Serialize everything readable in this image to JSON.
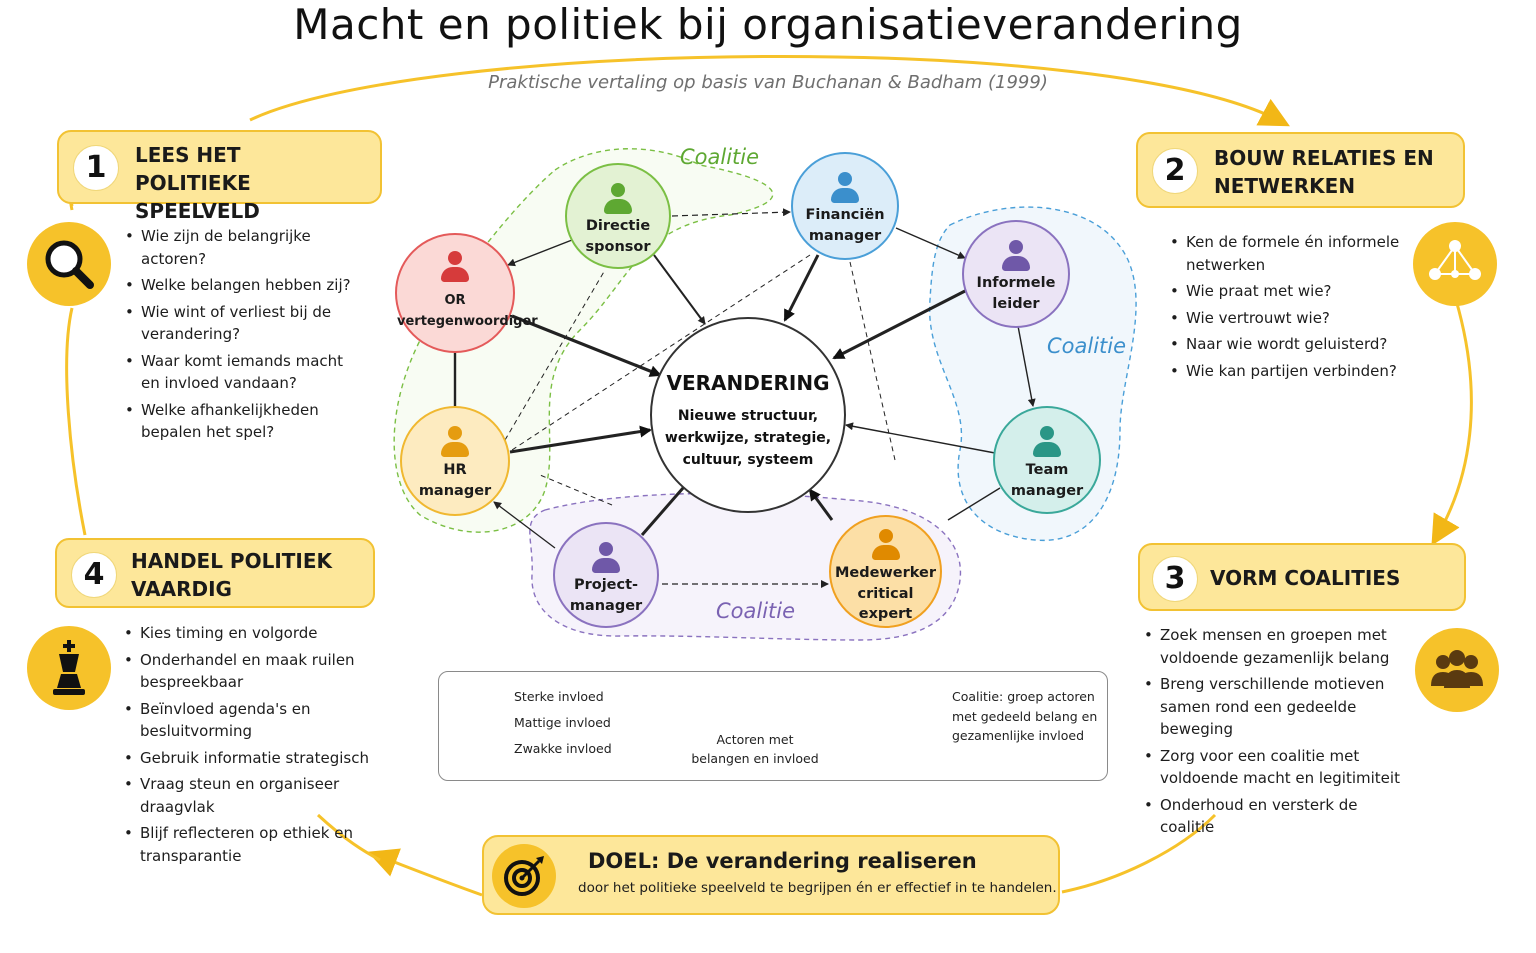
{
  "header": {
    "title": "Macht en politiek bij organisatieverandering",
    "subtitle": "Praktische vertaling op basis van Buchanan & Badham (1999)"
  },
  "colors": {
    "accent": "#f6c22a",
    "accent_light": "#fde79a",
    "green": "#7bbf44",
    "blue": "#4a9fd8",
    "purple": "#8a72bf",
    "orange": "#f0a020",
    "red": "#e45a5a",
    "teal": "#3aa89a"
  },
  "steps": [
    {
      "number": "1",
      "title": "LEES HET POLITIEKE SPEELVELD",
      "icon": "magnifier-icon",
      "bullets": [
        "Wie zijn de belangrijke actoren?",
        "Welke belangen hebben zij?",
        "Wie wint of verliest bij de verandering?",
        "Waar komt iemands macht en invloed vandaan?",
        "Welke afhankelijkheden bepalen het spel?"
      ]
    },
    {
      "number": "2",
      "title": "BOUW RELATIES EN NETWERKEN",
      "icon": "network-icon",
      "bullets": [
        "Ken de formele én informele netwerken",
        "Wie praat met wie?",
        "Wie vertrouwt wie?",
        "Naar wie wordt geluisterd?",
        "Wie kan partijen verbinden?"
      ]
    },
    {
      "number": "3",
      "title": "VORM COALITIES",
      "icon": "group-icon",
      "bullets": [
        "Zoek mensen en groepen met voldoende gezamenlijk belang",
        "Breng verschillende motieven samen rond een gedeelde beweging",
        "Zorg voor een coalitie met voldoende macht en legitimiteit",
        "Onderhoud en versterk de coalitie"
      ]
    },
    {
      "number": "4",
      "title": "HANDEL POLITIEK VAARDIG",
      "icon": "chess-king-icon",
      "bullets": [
        "Kies timing en volgorde",
        "Onderhandel en maak ruilen bespreekbaar",
        "Beïnvloed agenda's en besluitvorming",
        "Gebruik informatie strategisch",
        "Vraag steun en organiseer draagvlak",
        "Blijf reflecteren op ethiek en transparantie"
      ]
    }
  ],
  "center": {
    "title": "VERANDERING",
    "description": "Nieuwe structuur, werkwijze, strategie, cultuur, systeem"
  },
  "actors": [
    {
      "id": "directie",
      "lines": [
        "Directie",
        "sponsor"
      ],
      "color": "green"
    },
    {
      "id": "financien",
      "lines": [
        "Financiën",
        "manager"
      ],
      "color": "blue"
    },
    {
      "id": "or",
      "lines": [
        "OR",
        "vertegenwoordiger"
      ],
      "color": "red"
    },
    {
      "id": "informeel",
      "lines": [
        "Informele",
        "leider"
      ],
      "color": "purple"
    },
    {
      "id": "hr",
      "lines": [
        "HR",
        "manager"
      ],
      "color": "orange"
    },
    {
      "id": "team",
      "lines": [
        "Team",
        "manager"
      ],
      "color": "teal"
    },
    {
      "id": "project",
      "lines": [
        "Project-",
        "manager"
      ],
      "color": "purple"
    },
    {
      "id": "medewerker",
      "lines": [
        "Medewerker",
        "critical",
        "expert"
      ],
      "color": "orange"
    }
  ],
  "coalitions": [
    "Coalitie",
    "Coalitie",
    "Coalitie"
  ],
  "legend": {
    "strong": "Sterke invloed",
    "moderate": "Mattige invloed",
    "weak": "Zwakke invloed",
    "actors_line1": "Actoren met",
    "actors_line2": "belangen en invloed",
    "coalition_line1": "Coalitie: groep actoren",
    "coalition_line2": "met gedeeld belang en",
    "coalition_line3": "gezamenlijke invloed"
  },
  "goal": {
    "icon": "target-icon",
    "title": "DOEL: De verandering realiseren",
    "description": "door het politieke speelveld te begrijpen én er effectief in te handelen."
  }
}
